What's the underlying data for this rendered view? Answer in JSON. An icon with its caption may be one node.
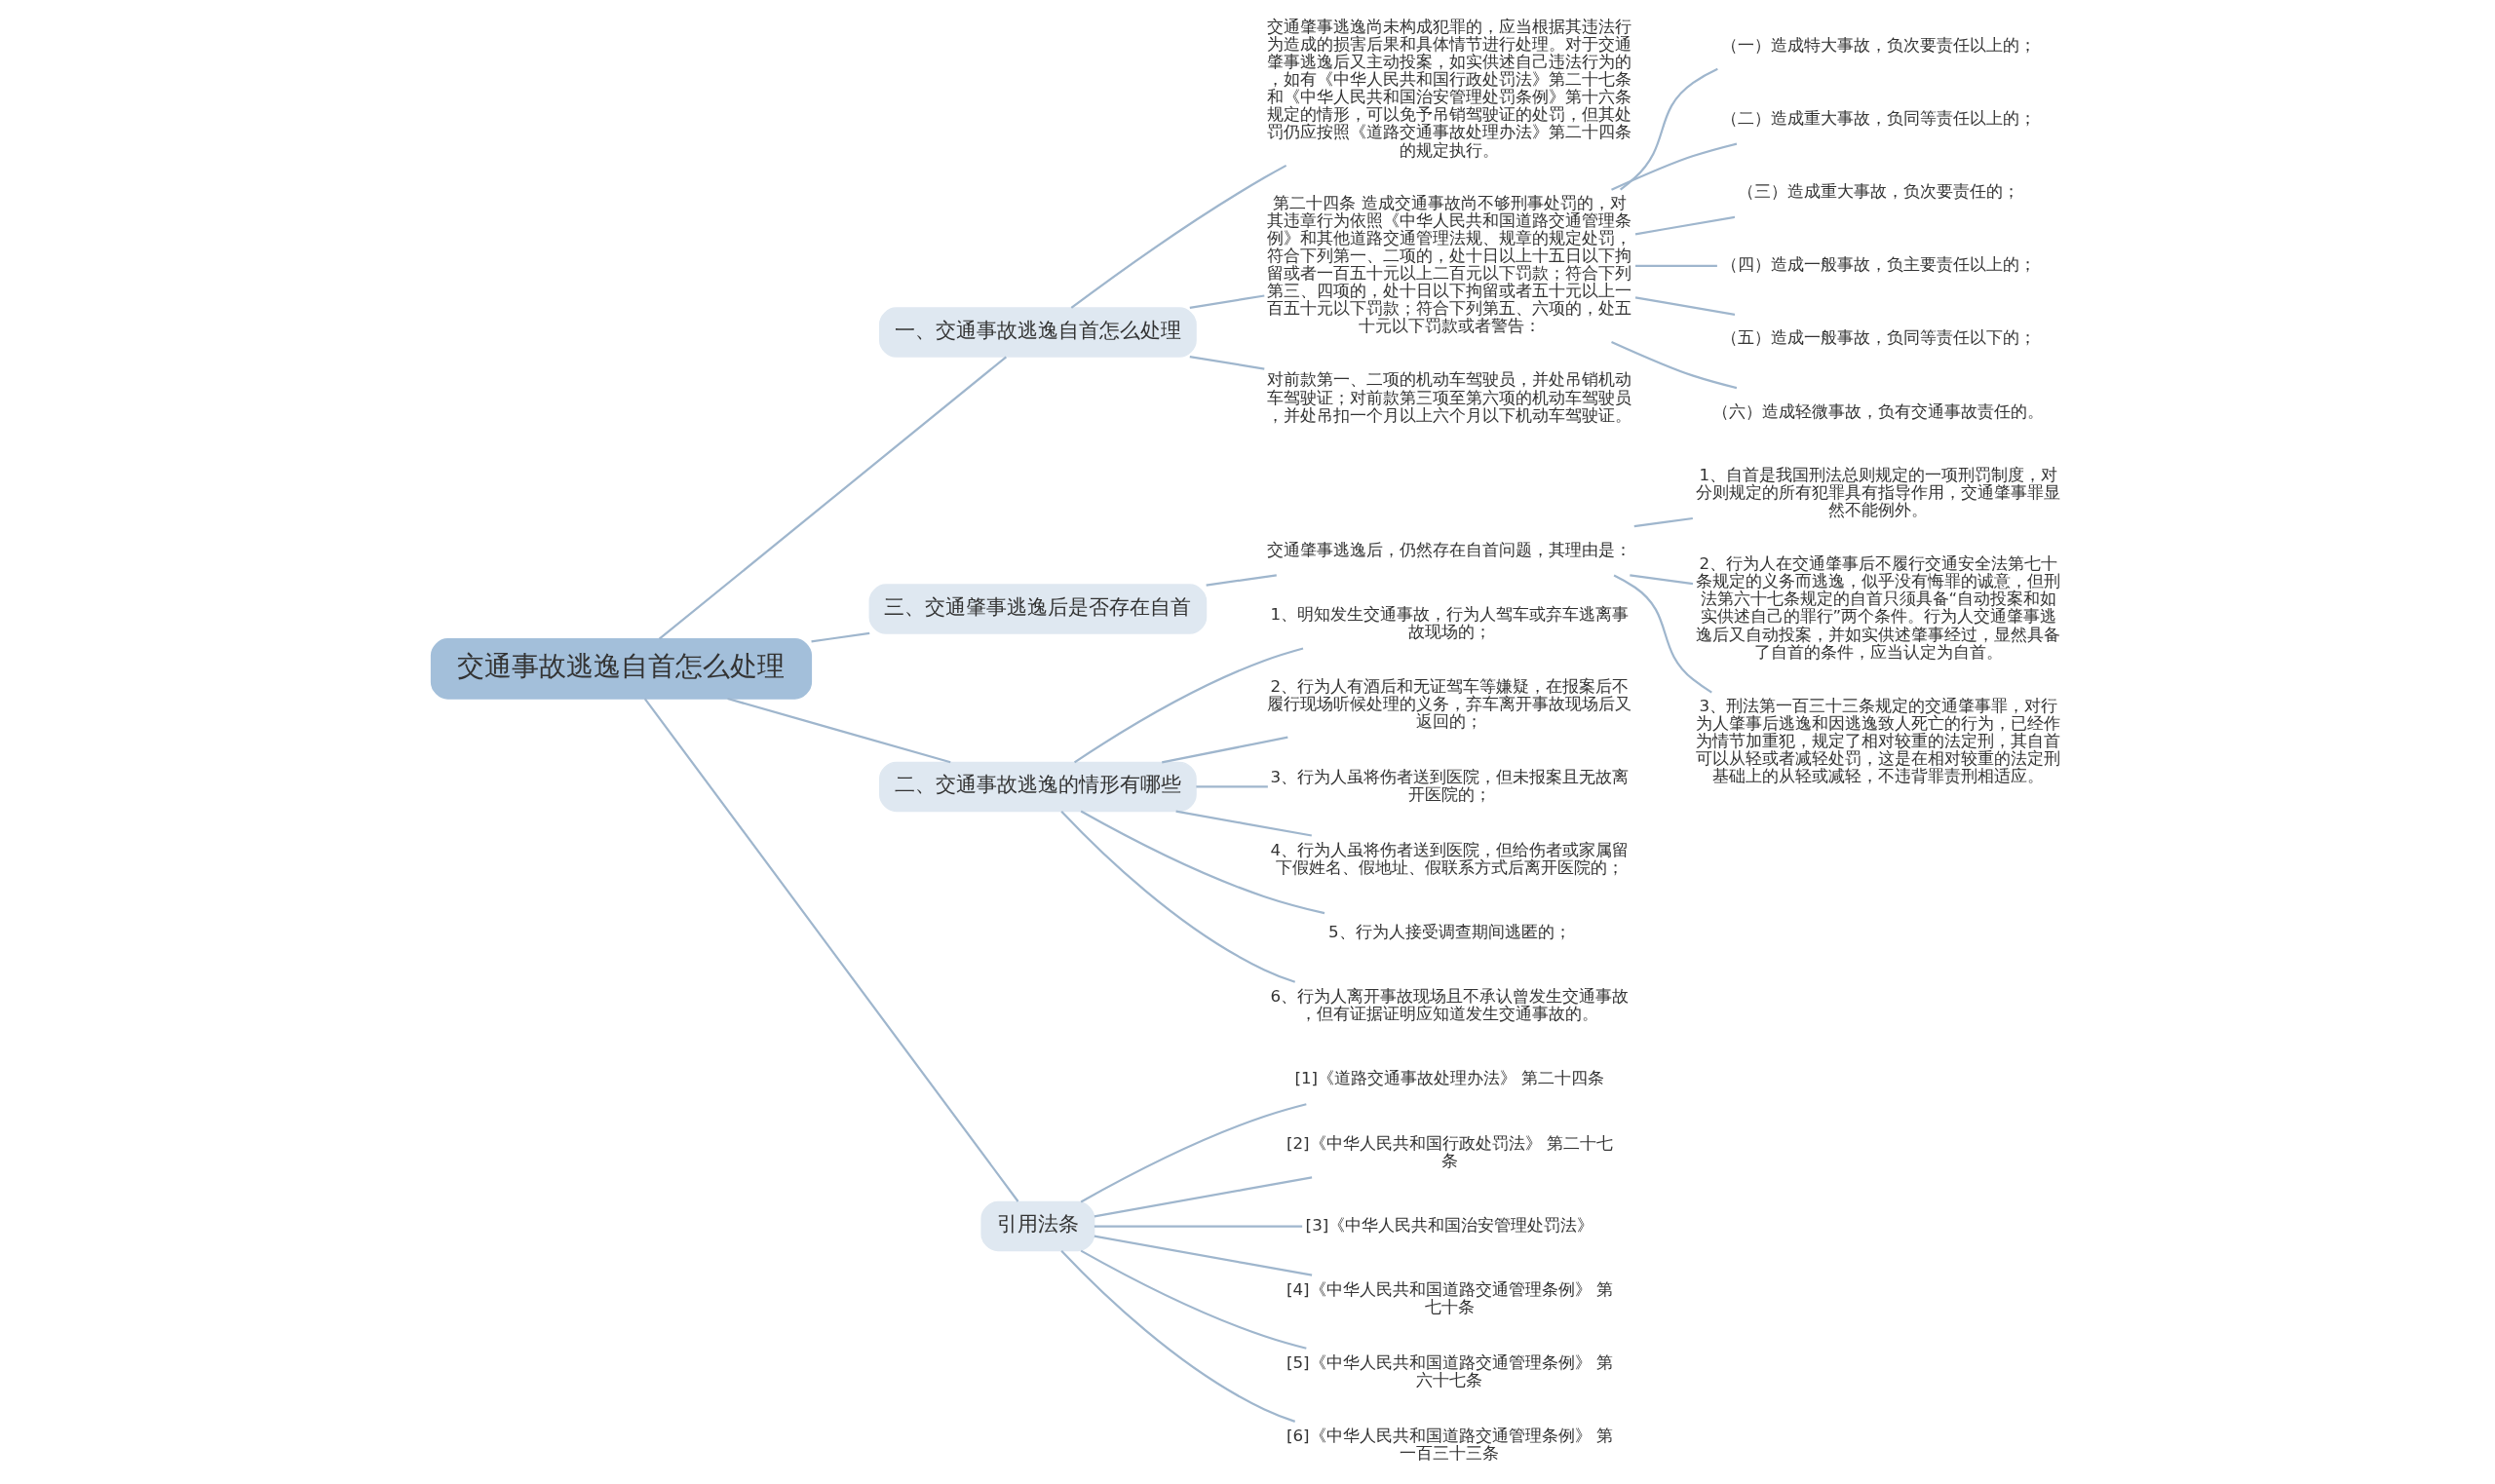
{
  "diagram": {
    "nodes": [
      {
        "text": [
          "交通事故逃逸自首怎么处理"
        ]
      },
      {
        "text": [
          "一、交通事故逃逸自首怎么处理"
        ]
      },
      {
        "text": [
          "交通肇事逃逸尚未构成犯罪的，应当根据其违法行为造成的损害后果和具体情节进行处理。对于交通肇事逃逸后又主动投案，如实供述自己违法行为的，如有《中华人民共和国行政处罚法》第二十七条和《中华人民共和国治安管理处罚条例》第十六条规定的情形，可以免予吊销驾驶证的处罚，但其处罚仍应按照《道路交通事故处理办法》第二十四条的规定执行。"
        ]
      },
      {
        "text": [
          "第二十四条 造成交通事故尚不够刑事处罚的，对其违章行为依照《中华人民共和国道路交通管理条例》和其他道路交通管理法规、规章的规定处罚，符合下列第一、二项的，处十日以上十五日以下拘留或者一百五十元以上二百元以下罚款；符合下列第三、四项的，处十日以下拘留或者五十元以上一百五十元以下罚款；符合下列第五、六项的，处五十元以下罚款或者警告："
        ]
      },
      {
        "text": [
          "对前款第一、二项的机动车驾驶员，并处吊销机动车驾驶证；对前款第三项至第六项的机动车驾驶员，并处吊扣一个月以上六个月以下机动车驾驶证。"
        ]
      },
      {
        "text": [
          "（一）造成特大事故，负次要责任以上的；"
        ]
      },
      {
        "text": [
          "（二）造成重大事故，负同等责任以上的；"
        ]
      },
      {
        "text": [
          "（三）造成重大事故，负次要责任的；"
        ]
      },
      {
        "text": [
          "（四）造成一般事故，负主要责任以上的；"
        ]
      },
      {
        "text": [
          "（五）造成一般事故，负同等责任以下的；"
        ]
      },
      {
        "text": [
          "（六）造成轻微事故，负有交通事故责任的。"
        ]
      },
      {
        "text": [
          "三、交通肇事逃逸后是否存在自首"
        ]
      },
      {
        "text": [
          "交通肇事逃逸后，仍然存在自首问题，其理由是："
        ]
      },
      {
        "text": [
          "1、自首是我国刑法总则规定的一项刑罚制度，对分则规定的所有犯罪具有指导作用，交通肇事罪显然不能例外。"
        ]
      },
      {
        "text": [
          "2、行为人在交通肇事后不履行交通安全法第七十条规定的义务而逃逸，似乎没有悔罪的诚意，但刑法第六十七条规定的自首只须具备“自动投案和如实供述自己的罪行”两个条件。行为人交通肇事逃逸后又自动投案，并如实供述肇事经过，显然具备了自首的条件，应当认定为自首。"
        ]
      },
      {
        "text": [
          "3、刑法第一百三十三条规定的交通肇事罪，对行为人肇事后逃逸和因逃逸致人死亡的行为，已经作为情节加重犯，规定了相对较重的法定刑，其自首可以从轻或者减轻处罚，这是在相对较重的法定刑基础上的从轻或减轻，不违背罪责刑相适应。"
        ]
      },
      {
        "text": [
          "二、交通事故逃逸的情形有哪些"
        ]
      },
      {
        "text": [
          "1、明知发生交通事故，行为人驾车或弃车逃离事故现场的；"
        ]
      },
      {
        "text": [
          "2、行为人有酒后和无证驾车等嫌疑，在报案后不履行现场听候处理的义务，弃车离开事故现场后又返回的；"
        ]
      },
      {
        "text": [
          "3、行为人虽将伤者送到医院，但未报案且无故离开医院的；"
        ]
      },
      {
        "text": [
          "4、行为人虽将伤者送到医院，但给伤者或家属留下假姓名、假地址、假联系方式后离开医院的；"
        ]
      },
      {
        "text": [
          "5、行为人接受调查期间逃匿的；"
        ]
      },
      {
        "text": [
          "6、行为人离开事故现场且不承认曾发生交通事故，但有证据证明应知道发生交通事故的。"
        ]
      },
      {
        "text": [
          "引用法条"
        ]
      },
      {
        "text": [
          "[1]《道路交通事故处理办法》 第二十四条"
        ]
      },
      {
        "text": [
          "[2]《中华人民共和国行政处罚法》 第二十七条"
        ]
      },
      {
        "text": [
          "[3]《中华人民共和国治安管理处罚法》"
        ]
      },
      {
        "text": [
          "[4]《中华人民共和国道路交通管理条例》 第七十条"
        ]
      },
      {
        "text": [
          "[5]《中华人民共和国道路交通管理条例》 第六十七条"
        ]
      },
      {
        "text": [
          "[6]《中华人民共和国道路交通管理条例》 第一百三十三条"
        ]
      }
    ],
    "edges": [
      {
        "from": 0,
        "to": 1,
        "arrow": "none"
      },
      {
        "from": 1,
        "to": 2,
        "arrow": "none"
      },
      {
        "from": 1,
        "to": 3,
        "arrow": "none"
      },
      {
        "from": 1,
        "to": 4,
        "arrow": "none"
      },
      {
        "from": 3,
        "to": 5,
        "arrow": "none"
      },
      {
        "from": 3,
        "to": 6,
        "arrow": "none"
      },
      {
        "from": 3,
        "to": 7,
        "arrow": "none"
      },
      {
        "from": 3,
        "to": 8,
        "arrow": "none"
      },
      {
        "from": 3,
        "to": 9,
        "arrow": "none"
      },
      {
        "from": 3,
        "to": 10,
        "arrow": "none"
      },
      {
        "from": 0,
        "to": 11,
        "arrow": "none"
      },
      {
        "from": 11,
        "to": 12,
        "arrow": "none"
      },
      {
        "from": 12,
        "to": 13,
        "arrow": "none"
      },
      {
        "from": 12,
        "to": 14,
        "arrow": "none"
      },
      {
        "from": 12,
        "to": 15,
        "arrow": "none"
      },
      {
        "from": 0,
        "to": 16,
        "arrow": "none"
      },
      {
        "from": 16,
        "to": 17,
        "arrow": "none"
      },
      {
        "from": 16,
        "to": 18,
        "arrow": "none"
      },
      {
        "from": 16,
        "to": 19,
        "arrow": "none"
      },
      {
        "from": 16,
        "to": 20,
        "arrow": "none"
      },
      {
        "from": 16,
        "to": 21,
        "arrow": "none"
      },
      {
        "from": 16,
        "to": 22,
        "arrow": "none"
      },
      {
        "from": 0,
        "to": 23,
        "arrow": "none"
      },
      {
        "from": 23,
        "to": 24,
        "arrow": "none"
      },
      {
        "from": 23,
        "to": 25,
        "arrow": "none"
      },
      {
        "from": 23,
        "to": 26,
        "arrow": "none"
      },
      {
        "from": 23,
        "to": 27,
        "arrow": "none"
      },
      {
        "from": 23,
        "to": 28,
        "arrow": "none"
      },
      {
        "from": 23,
        "to": 29,
        "arrow": "none"
      }
    ]
  }
}
